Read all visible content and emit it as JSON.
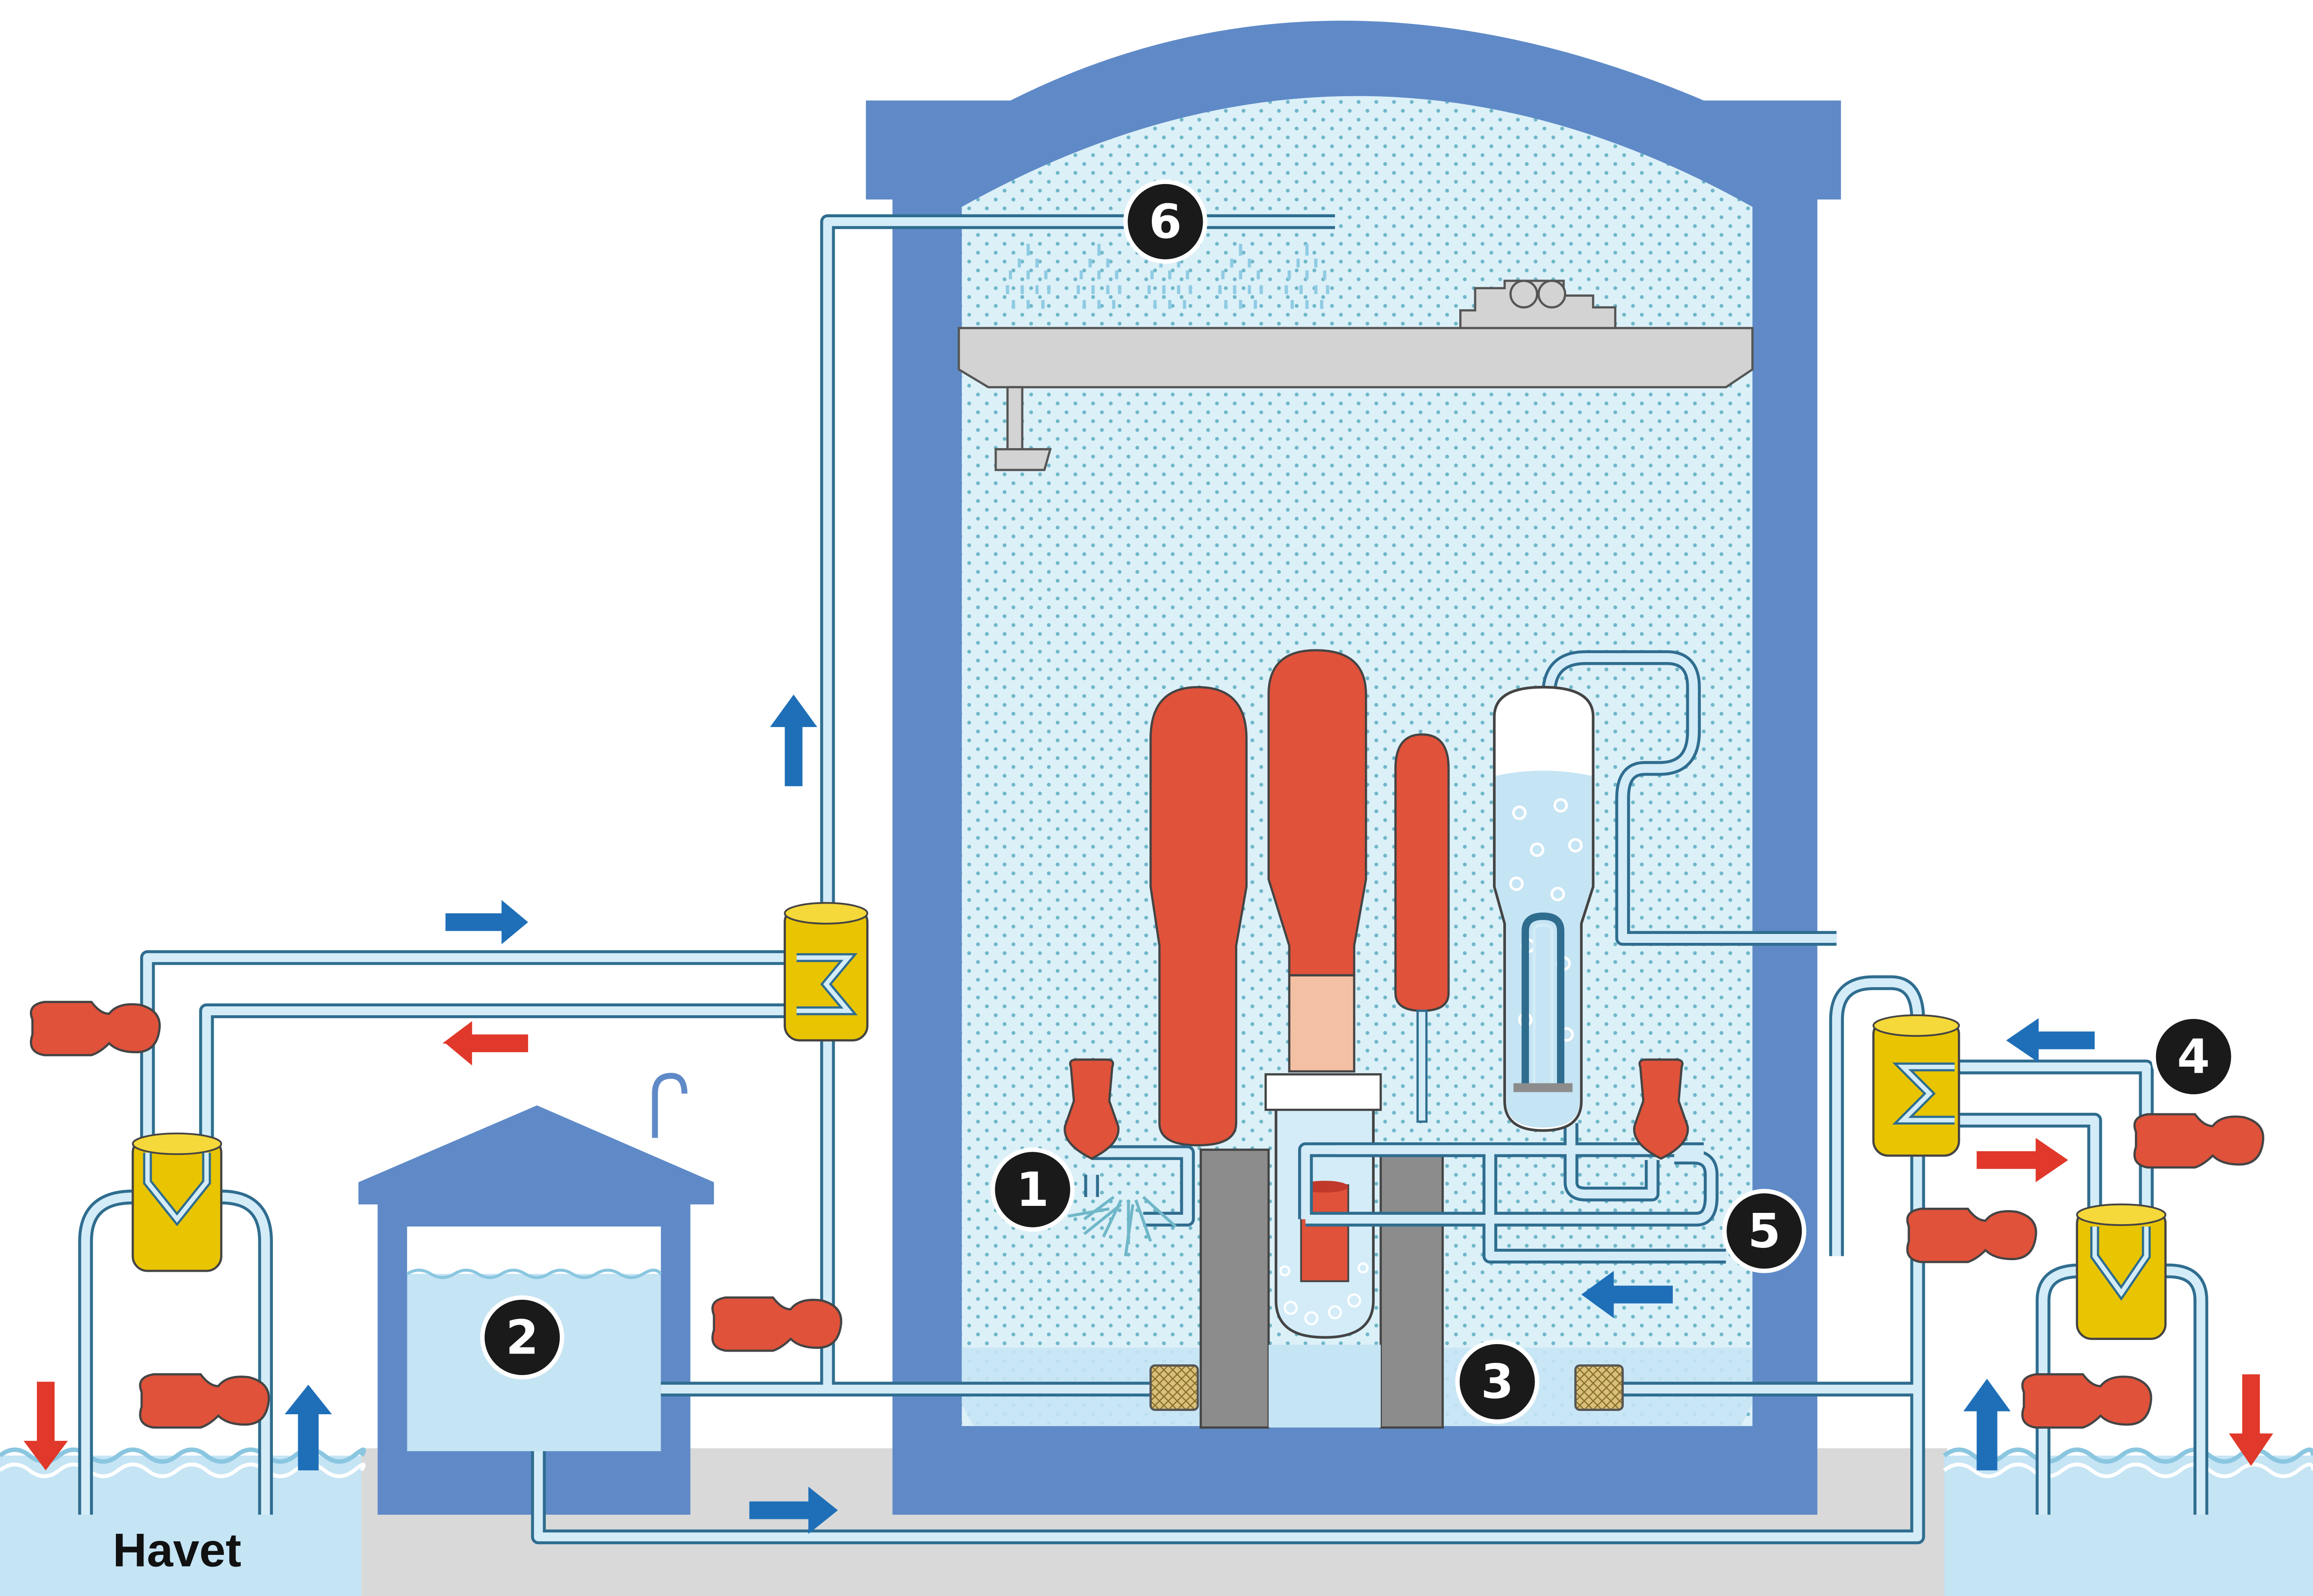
{
  "labels": {
    "sea": "Havet"
  },
  "callouts": [
    {
      "id": "callout-1",
      "text": "1"
    },
    {
      "id": "callout-2",
      "text": "2"
    },
    {
      "id": "callout-3",
      "text": "3"
    },
    {
      "id": "callout-4",
      "text": "4"
    },
    {
      "id": "callout-5",
      "text": "5"
    },
    {
      "id": "callout-6",
      "text": "6"
    }
  ],
  "colors": {
    "containment": "#5f8ac7",
    "interior_fill": "#d6ecf7",
    "water": "#c5e4f4",
    "pipe_fill": "#d3ecf8",
    "pipe_outline": "#2f6d8f",
    "hot_component": "#e0523a",
    "heat_exchanger": "#e9c400",
    "concrete_grey": "#8c8c8c",
    "floor_grey": "#d9d9d9",
    "flow_arrow_blue": "#1e6fb8",
    "flow_arrow_red": "#e0382a",
    "callout_black": "#1a1a1a",
    "strainer": "#c8a96a"
  },
  "icons": [
    "pump-icon",
    "heat-exchanger-icon",
    "strainer-icon",
    "spray-nozzle-icon",
    "flow-arrow-icon",
    "tank-icon"
  ]
}
